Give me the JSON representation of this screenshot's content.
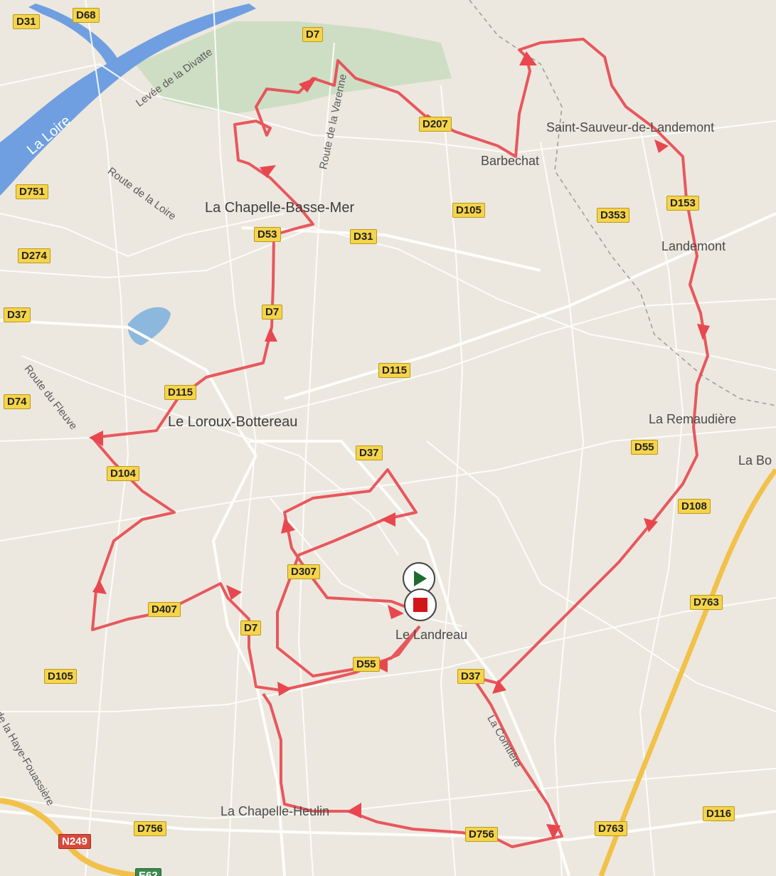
{
  "map": {
    "colors": {
      "land": "#ece8df",
      "water": "#6f9fe0",
      "forest": "#c9dcbf",
      "route": "#e8474f",
      "highway": "#f2c14a"
    },
    "shields": [
      {
        "label": "D31",
        "style": "yellow"
      },
      {
        "label": "D68",
        "style": "yellow"
      },
      {
        "label": "D7",
        "style": "yellow"
      },
      {
        "label": "D751",
        "style": "yellow"
      },
      {
        "label": "D207",
        "style": "yellow"
      },
      {
        "label": "D274",
        "style": "yellow"
      },
      {
        "label": "D53",
        "style": "yellow"
      },
      {
        "label": "D31",
        "style": "yellow"
      },
      {
        "label": "D105",
        "style": "yellow"
      },
      {
        "label": "D353",
        "style": "yellow"
      },
      {
        "label": "D153",
        "style": "yellow"
      },
      {
        "label": "D37",
        "style": "yellow"
      },
      {
        "label": "D7",
        "style": "yellow"
      },
      {
        "label": "D115",
        "style": "yellow"
      },
      {
        "label": "D115",
        "style": "yellow"
      },
      {
        "label": "D74",
        "style": "yellow"
      },
      {
        "label": "D37",
        "style": "yellow"
      },
      {
        "label": "D104",
        "style": "yellow"
      },
      {
        "label": "D55",
        "style": "yellow"
      },
      {
        "label": "D108",
        "style": "yellow"
      },
      {
        "label": "D307",
        "style": "yellow"
      },
      {
        "label": "D407",
        "style": "yellow"
      },
      {
        "label": "D7",
        "style": "yellow"
      },
      {
        "label": "D763",
        "style": "yellow"
      },
      {
        "label": "D55",
        "style": "yellow"
      },
      {
        "label": "D37",
        "style": "yellow"
      },
      {
        "label": "D105",
        "style": "yellow"
      },
      {
        "label": "D756",
        "style": "yellow"
      },
      {
        "label": "D756",
        "style": "yellow"
      },
      {
        "label": "D763",
        "style": "yellow"
      },
      {
        "label": "D116",
        "style": "yellow"
      },
      {
        "label": "N249",
        "style": "red"
      },
      {
        "label": "E62",
        "style": "green"
      }
    ],
    "places": [
      {
        "label": "La Chapelle-Basse-Mer",
        "kind": "town"
      },
      {
        "label": "Barbechat",
        "kind": "village"
      },
      {
        "label": "Saint-Sauveur-de-Landemont",
        "kind": "village"
      },
      {
        "label": "Landemont",
        "kind": "village"
      },
      {
        "label": "Le Loroux-Bottereau",
        "kind": "town"
      },
      {
        "label": "La Remaudière",
        "kind": "village"
      },
      {
        "label": "La Bo",
        "kind": "village"
      },
      {
        "label": "Le Landreau",
        "kind": "village"
      },
      {
        "label": "La Chapelle-Heulin",
        "kind": "village"
      }
    ],
    "roads": [
      {
        "label": "Levée de la Divatte"
      },
      {
        "label": "Route de la Varenne"
      },
      {
        "label": "Route de la Loire"
      },
      {
        "label": "Route du Fleuve"
      },
      {
        "label": "La Comtière"
      },
      {
        "label": "de la Haye-Fouassière"
      }
    ],
    "river": {
      "label": "La Loire"
    },
    "markers": [
      {
        "name": "start",
        "icon": "play-icon"
      },
      {
        "name": "end",
        "icon": "stop-icon"
      }
    ]
  }
}
